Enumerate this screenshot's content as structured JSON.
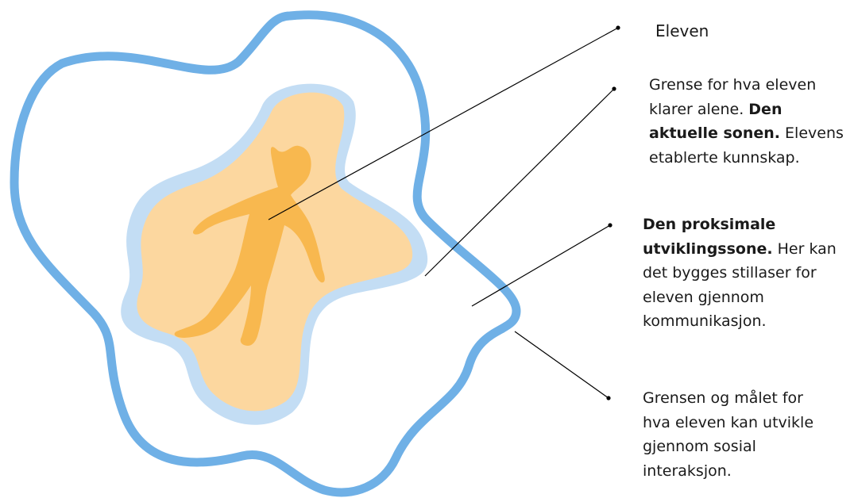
{
  "labels": {
    "eleven": {
      "text": "Eleven"
    },
    "aktuelle": {
      "line1": "Grense for hva eleven",
      "line2_plain": "klarer alene. ",
      "line2_bold": "Den",
      "line3_bold": "aktuelle sonen.",
      "line3_plain": " Elevens",
      "line4": "etablerte kunnskap."
    },
    "proksimale": {
      "line1_bold": "Den proksimale",
      "line2_bold": "utviklingssone.",
      "line2_plain": " Her kan",
      "line3": "det bygges stillaser for",
      "line4": "eleven gjennom",
      "line5": "kommunikasjon."
    },
    "grensen": {
      "line1": "Grensen og målet for",
      "line2": "hva eleven kan utvikle",
      "line3": "gjennom sosial",
      "line4": "interaksjon."
    }
  },
  "colors": {
    "outer_boundary": "#6fb0e6",
    "inner_boundary_fill": "#c3ddf4",
    "inner_zone_fill": "#fcd79f",
    "figure_fill": "#f8b84f",
    "pointer_line": "#000000"
  }
}
